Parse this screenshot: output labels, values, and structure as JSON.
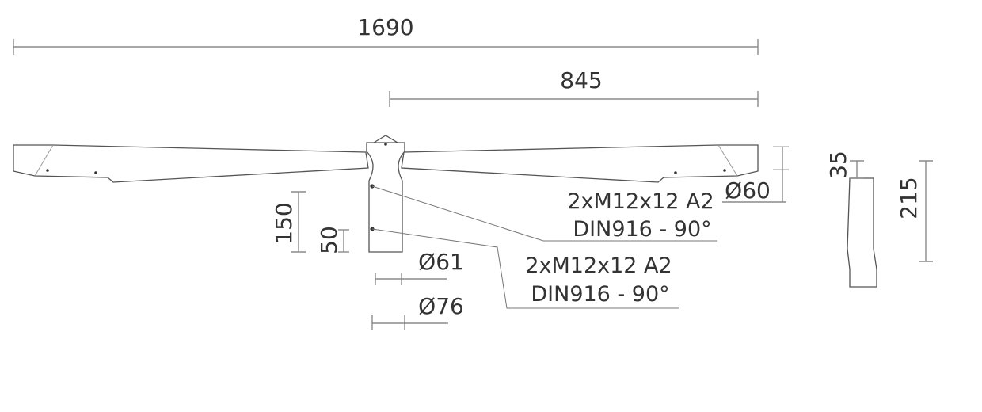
{
  "dimensions": {
    "overall_length": "1690",
    "half_length": "845",
    "arm_end_height": "Ø60",
    "spigot_length": "150",
    "screw_offset": "50",
    "spigot_inner_diameter": "Ø61",
    "spigot_outer_diameter": "Ø76",
    "side_top_offset": "35",
    "side_height": "215"
  },
  "notes": {
    "upper_screw": [
      "2xM12x12 A2",
      "DIN916 - 90°"
    ],
    "lower_screw": [
      "2xM12x12 A2",
      "DIN916 - 90°"
    ]
  }
}
